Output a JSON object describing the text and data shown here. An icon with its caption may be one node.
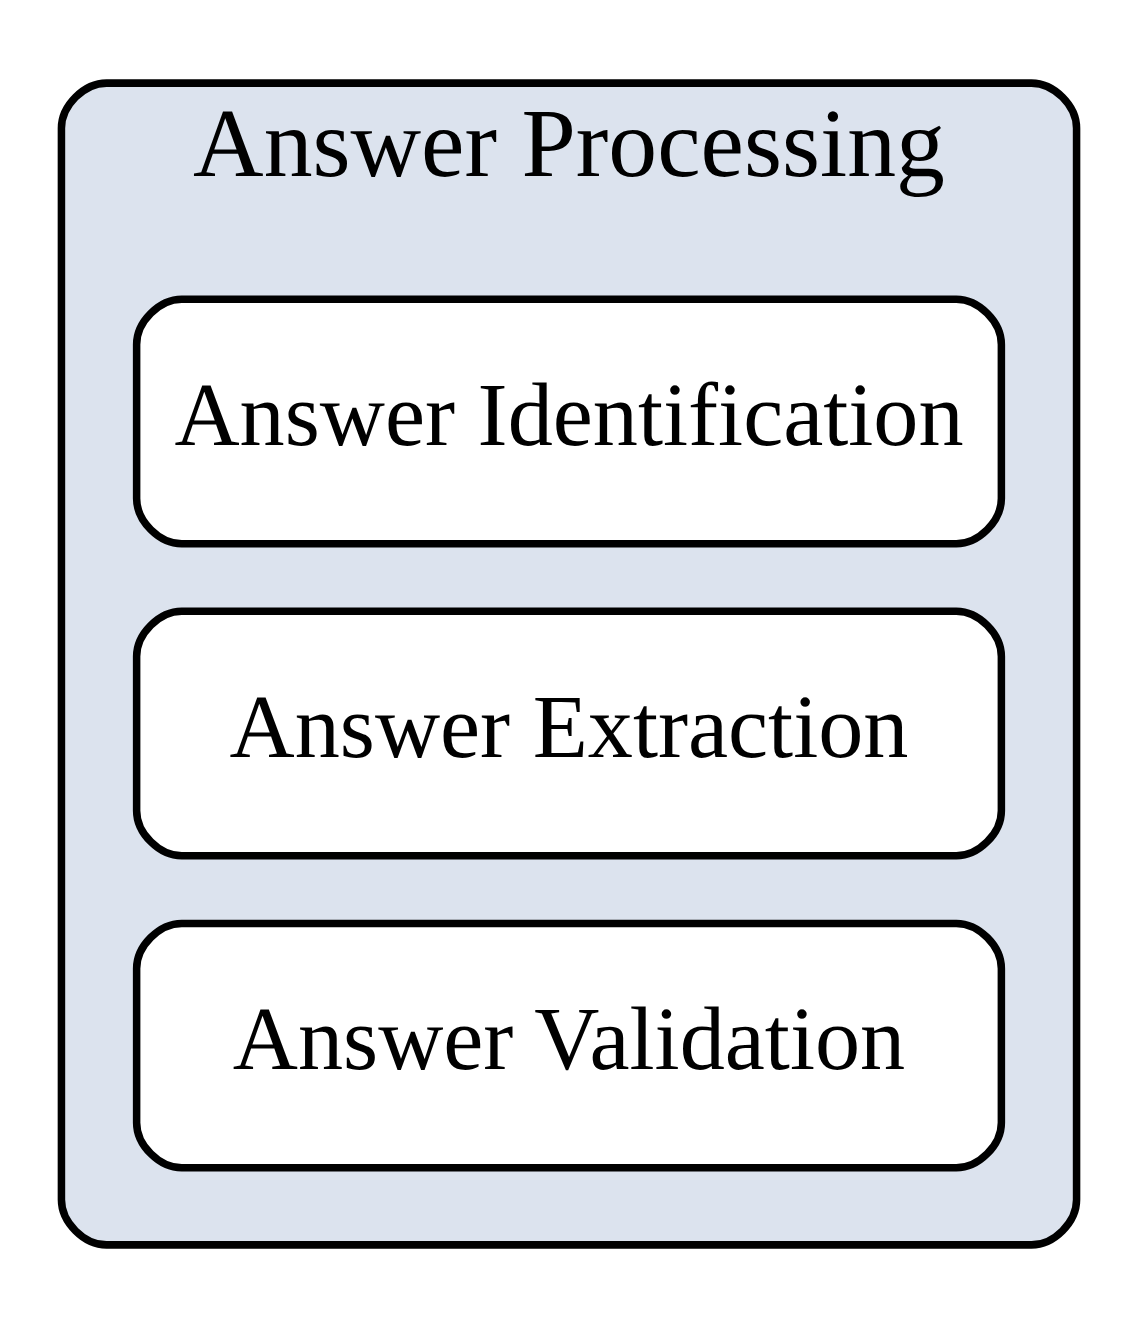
{
  "diagram": {
    "nodes": [
      {
        "text": [
          "Answer Processing"
        ]
      },
      {
        "text": [
          "Answer Identification"
        ],
        "in": 0
      },
      {
        "text": [
          "Answer Extraction"
        ],
        "in": 0
      },
      {
        "text": [
          "Answer Validation"
        ],
        "in": 0
      }
    ]
  }
}
